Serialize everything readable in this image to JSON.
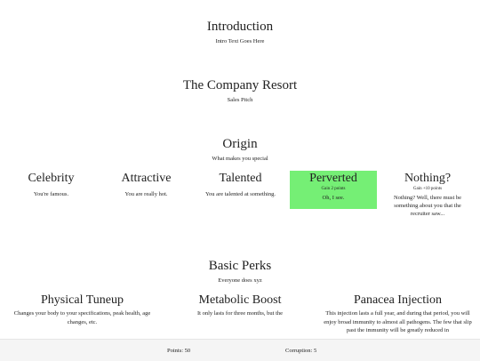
{
  "intro": {
    "title": "Introduction",
    "subtitle": "Intro Text Goes Here"
  },
  "resort": {
    "title": "The Company Resort",
    "subtitle": "Sales Pitch"
  },
  "origin": {
    "title": "Origin",
    "subtitle": "What makes you special",
    "options": [
      {
        "title": "Celebrity",
        "gain": "",
        "desc": "You're famous."
      },
      {
        "title": "Attractive",
        "gain": "",
        "desc": "You are really hot."
      },
      {
        "title": "Talented",
        "gain": "",
        "desc": "You are talented at something."
      },
      {
        "title": "Perverted",
        "gain": "Gain 2 points",
        "desc": "Oh, I see."
      },
      {
        "title": "Nothing?",
        "gain": "Gain +10 points",
        "desc": "Nothing? Well, there must be something about you that the recruiter saw..."
      }
    ]
  },
  "perks": {
    "title": "Basic Perks",
    "subtitle": "Everyone does xyz",
    "items": [
      {
        "title": "Physical Tuneup",
        "desc": "Changes your body to your specifications, peak health, age changes, etc."
      },
      {
        "title": "Metabolic Boost",
        "desc": "It only lasts for three months, but the"
      },
      {
        "title": "Panacea Injection",
        "desc": "This injection lasts a full year, and during that period, you will enjoy broad immunity to almost all pathogens. The few that slip past the immunity will be greatly reduced in"
      }
    ]
  },
  "footer": {
    "points": "Points: 50",
    "corruption": "Corruption: 5"
  },
  "colors": {
    "selected": "#75ef75"
  }
}
